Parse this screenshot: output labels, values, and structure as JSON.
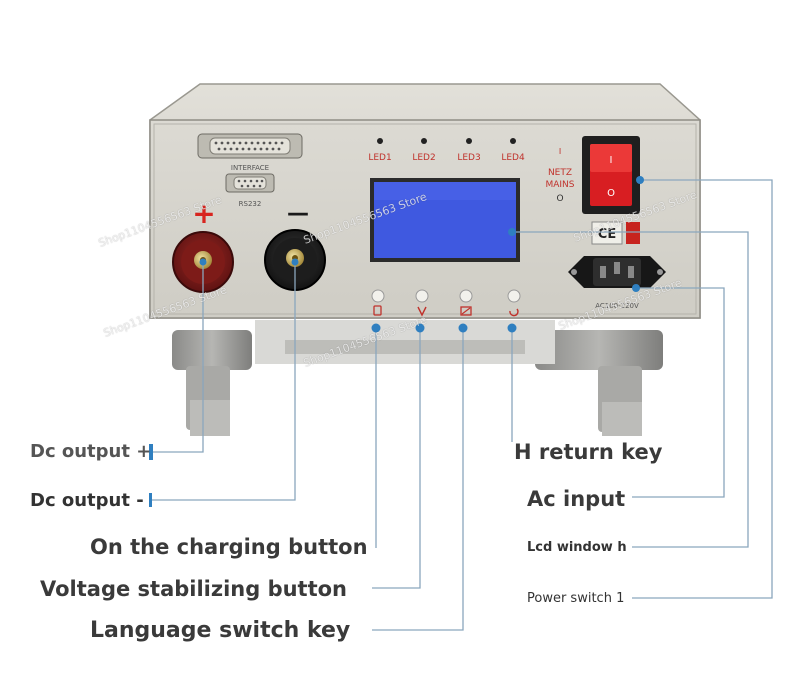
{
  "device": {
    "interface_label": "INTERFACE",
    "rs232_label": "RS232",
    "plus_symbol": "+",
    "minus_symbol": "—",
    "leds": [
      "LED1",
      "LED2",
      "LED3",
      "LED4"
    ],
    "netz_line1": "I",
    "netz_line2": "NETZ",
    "netz_line3": "MAINS",
    "netz_line4": "O",
    "switch_on": "I",
    "switch_off": "O",
    "ce_mark": "CE",
    "ac_rating": "AC100-220V",
    "brand_colors": {
      "panel": "#d3d1c8",
      "lcd": "#3f59e0",
      "switch": "#d81e22",
      "plus": "#d8251f"
    }
  },
  "watermark": "Shop1104556563 Store",
  "labels": {
    "dc_plus": "Dc output +",
    "dc_minus": "Dc output -",
    "charging": "On the charging button",
    "voltage": "Voltage stabilizing button",
    "language": "Language switch key",
    "return_key": "H return key",
    "ac_input": "Ac input",
    "lcd": "Lcd window h",
    "power": "Power switch 1"
  }
}
